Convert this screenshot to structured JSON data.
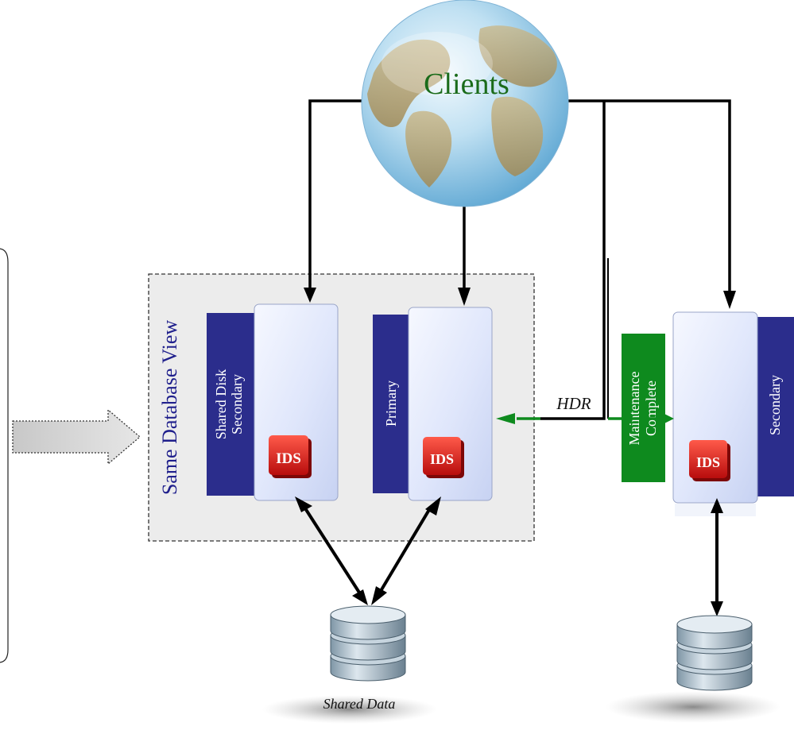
{
  "clients": {
    "label": "Clients"
  },
  "group": {
    "label": "Same Database View"
  },
  "servers": {
    "sds": {
      "label_line1": "Shared Disk",
      "label_line2": "Secondary",
      "badge": "IDS"
    },
    "primary": {
      "label": "Primary",
      "badge": "IDS"
    },
    "secondary": {
      "label": "Secondary",
      "badge": "IDS"
    }
  },
  "maintenance": {
    "label_line1": "Maintenance",
    "label_line2": "Complete"
  },
  "link": {
    "label": "HDR"
  },
  "storage": {
    "shared_label": "Shared Data"
  },
  "colors": {
    "navy": "#2b2d8c",
    "green": "#0e8a1e",
    "clients_text": "#1a6b1a",
    "group_text": "#1f1f8c",
    "badge_red": "#d01818"
  }
}
